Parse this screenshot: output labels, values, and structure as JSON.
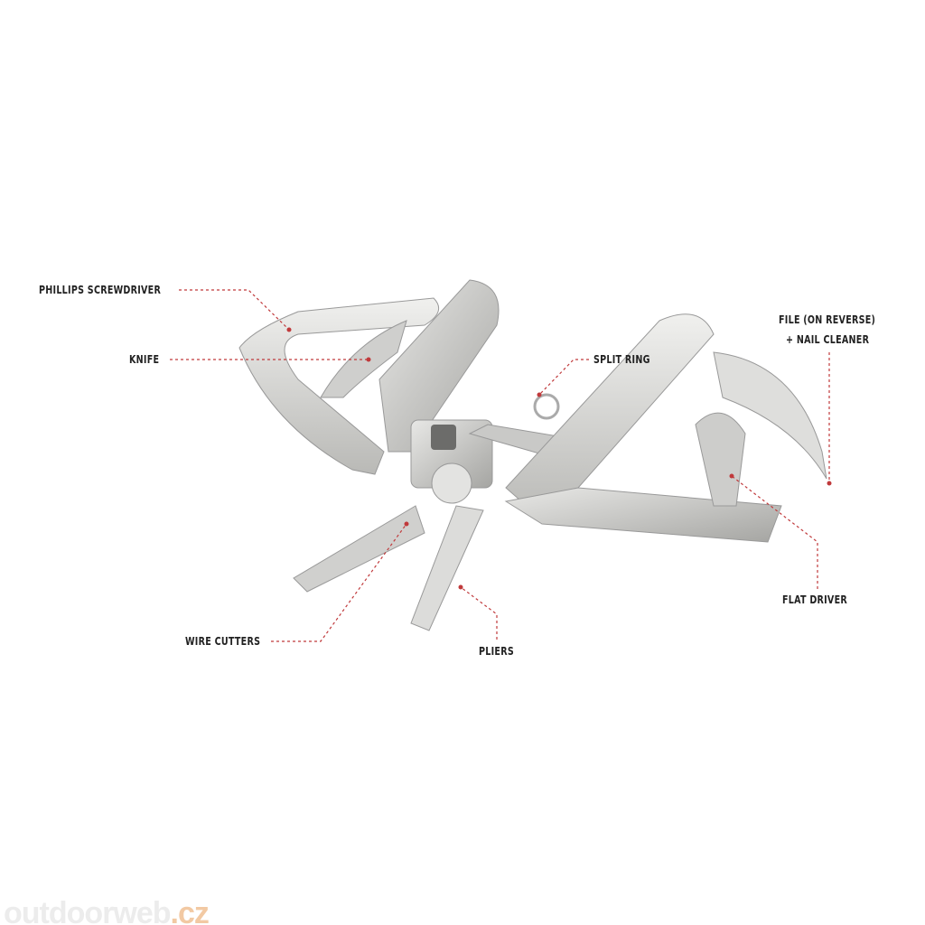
{
  "labels": {
    "phillips": "PHILLIPS SCREWDRIVER",
    "knife": "KNIFE",
    "split_ring": "SPLIT RING",
    "file_line1": "FILE (ON REVERSE)",
    "file_line2": "+ NAIL CLEANER",
    "flat_driver": "FLAT DRIVER",
    "wire_cutters": "WIRE CUTTERS",
    "pliers": "PLIERS"
  },
  "watermark": {
    "main": "outdoorweb",
    "suffix": ".cz"
  },
  "colors": {
    "leader": "#c0393b",
    "metal": "#d6d6d4",
    "metal_dark": "#a9a9a6",
    "text": "#222222"
  }
}
